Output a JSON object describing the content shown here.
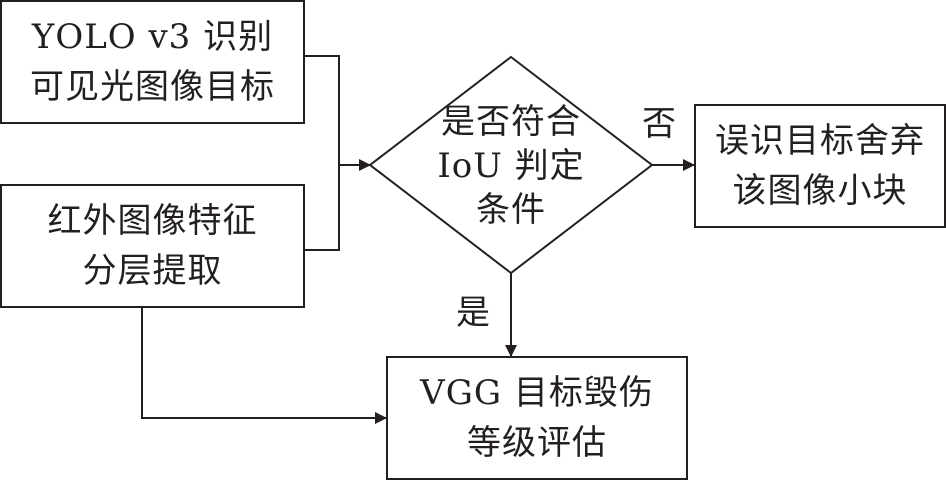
{
  "diagram": {
    "type": "flowchart",
    "nodes": {
      "yolo": {
        "lines": [
          "YOLO v3 识别",
          "可见光图像目标"
        ]
      },
      "infrared": {
        "lines": [
          "红外图像特征",
          "分层提取"
        ]
      },
      "decision": {
        "lines": [
          "是否符合",
          "IoU 判定",
          "条件"
        ]
      },
      "discard": {
        "lines": [
          "误识目标舍弃",
          "该图像小块"
        ]
      },
      "vgg": {
        "lines": [
          "VGG 目标毁伤",
          "等级评估"
        ]
      }
    },
    "edge_labels": {
      "no": "否",
      "yes": "是"
    },
    "edges": [
      {
        "from": "yolo",
        "to": "decision"
      },
      {
        "from": "infrared",
        "to": "decision"
      },
      {
        "from": "decision",
        "to": "discard",
        "label": "否"
      },
      {
        "from": "decision",
        "to": "vgg",
        "label": "是"
      },
      {
        "from": "infrared",
        "to": "vgg"
      }
    ],
    "colors": {
      "stroke": "#231f20",
      "background": "#ffffff"
    }
  }
}
